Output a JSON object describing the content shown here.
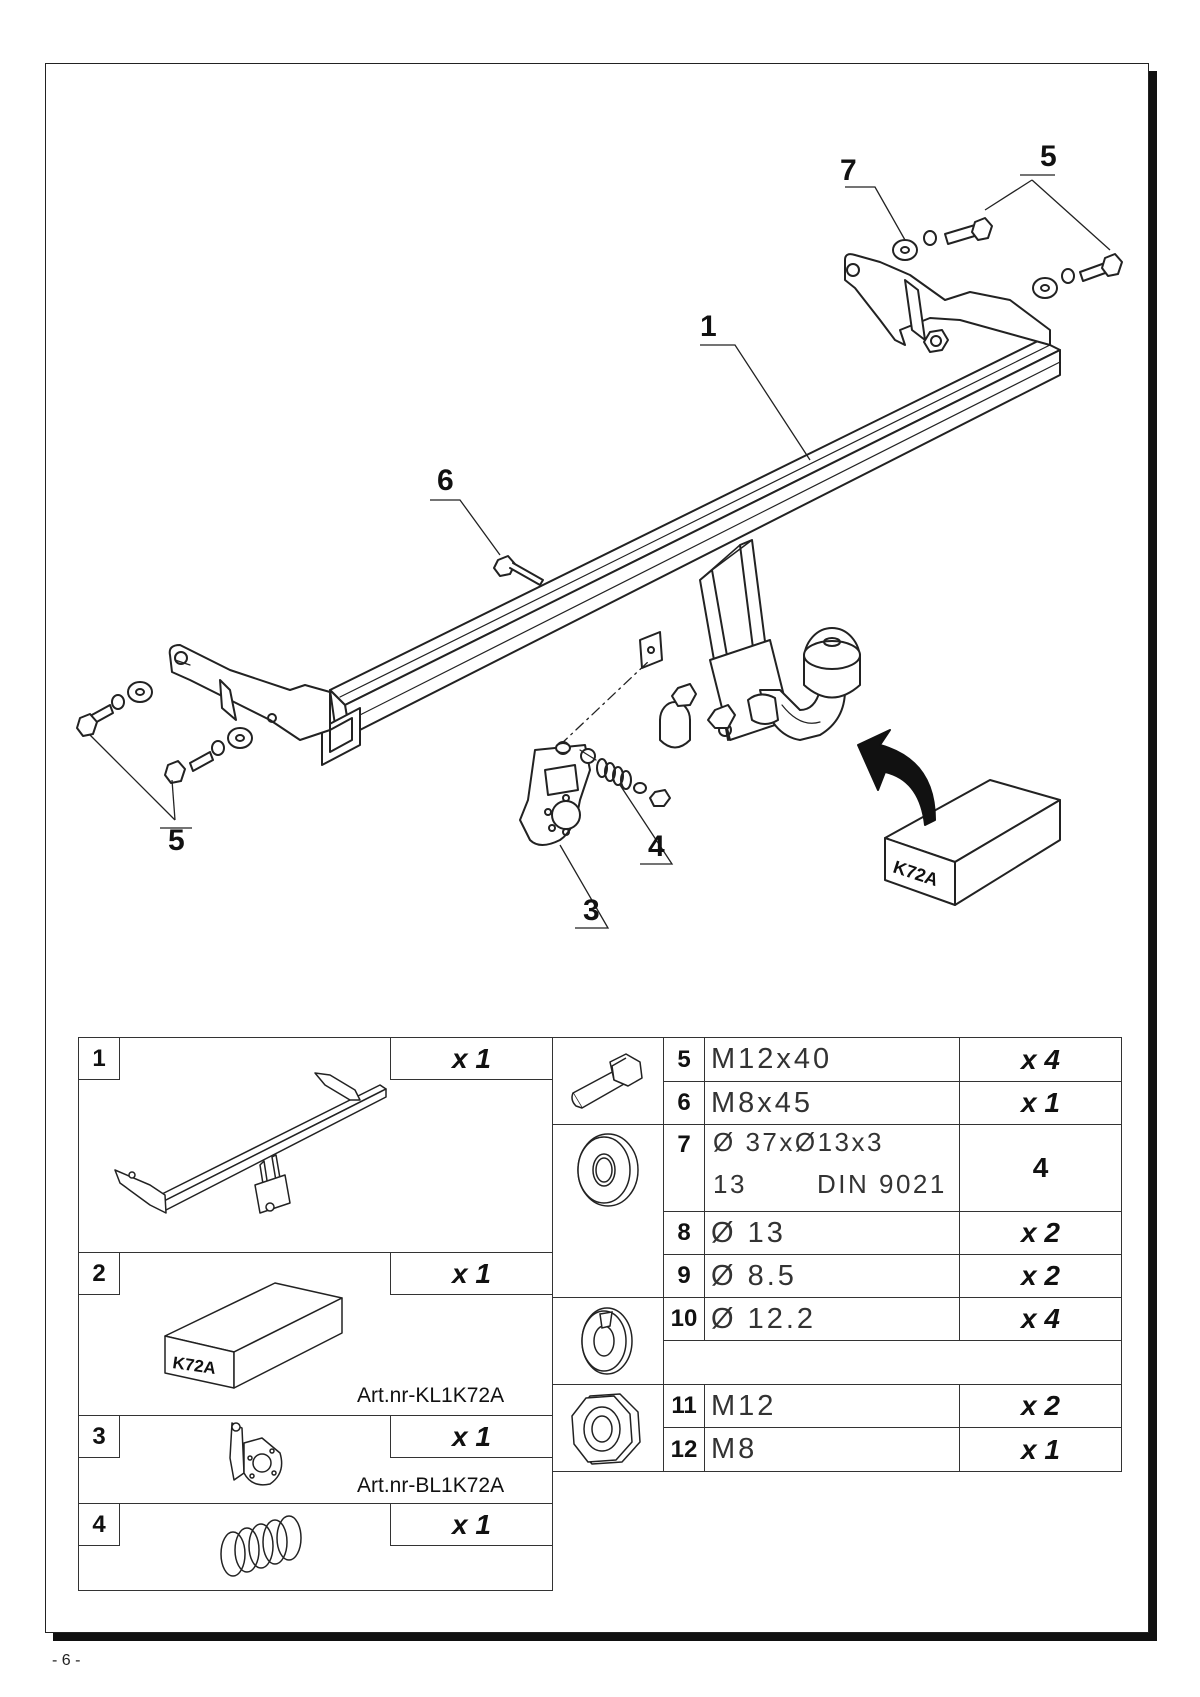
{
  "callouts": {
    "c1": "1",
    "c3": "3",
    "c4": "4",
    "c5_left": "5",
    "c5_right": "5",
    "c6": "6",
    "c7": "7",
    "box_label": "K72A"
  },
  "parts_table": {
    "left": [
      {
        "num": "1",
        "qty": "x 1"
      },
      {
        "num": "2",
        "qty": "x 1",
        "box_label": "K72A",
        "article": "Art.nr-KL1K72A"
      },
      {
        "num": "3",
        "qty": "x 1",
        "article": "Art.nr-BL1K72A"
      },
      {
        "num": "4",
        "qty": "x 1"
      }
    ],
    "right": [
      {
        "num": "5",
        "spec": "M12x40",
        "qty": "x 4"
      },
      {
        "num": "6",
        "spec": "M8x45",
        "qty": "x 1"
      },
      {
        "num": "7",
        "spec_line1": "Ø 37xØ13x3",
        "spec_line2a": "13",
        "spec_line2b": "DIN 9021",
        "qty": "4"
      },
      {
        "num": "8",
        "spec": "Ø 13",
        "qty": "x 2"
      },
      {
        "num": "9",
        "spec": "Ø 8.5",
        "qty": "x 2"
      },
      {
        "num": "10",
        "spec": "Ø 12.2",
        "qty": "x 4"
      },
      {
        "num": "11",
        "spec": "M12",
        "qty": "x 2"
      },
      {
        "num": "12",
        "spec": "M8",
        "qty": "x 1"
      }
    ]
  },
  "page_number": "- 6 -"
}
